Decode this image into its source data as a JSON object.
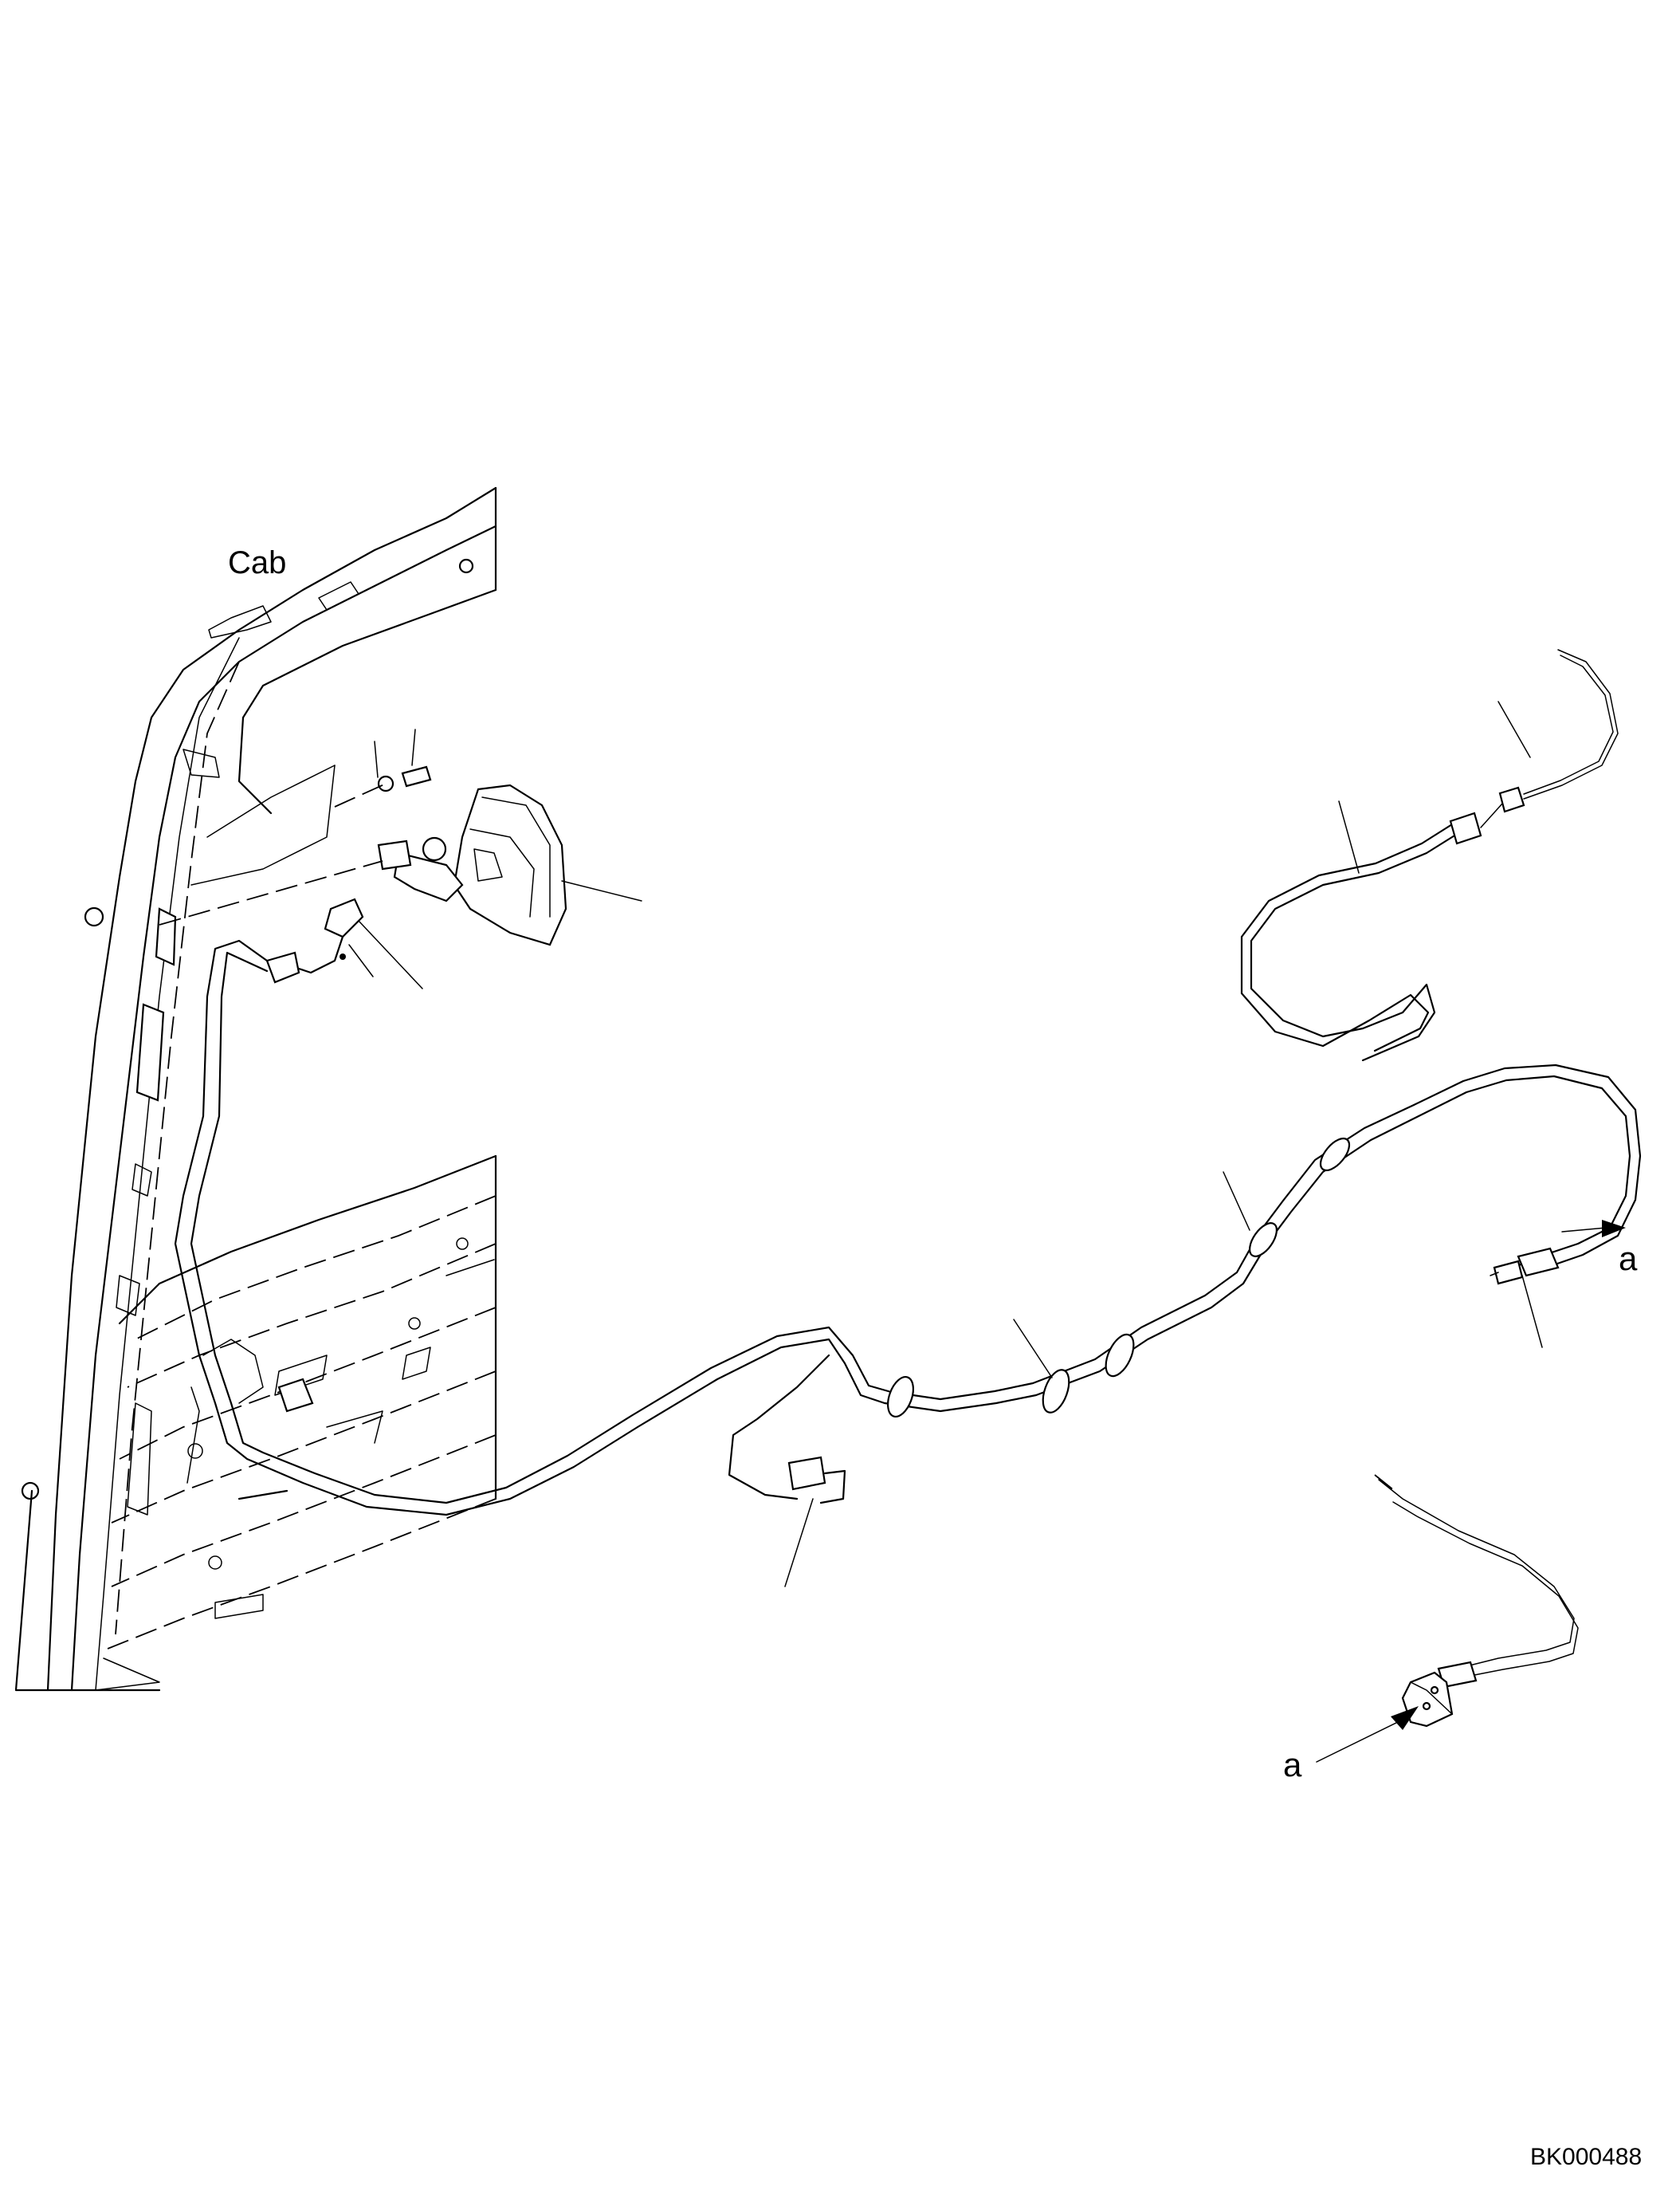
{
  "labels": {
    "cab": "Cab",
    "ref_a_top": "a",
    "ref_a_bottom": "a",
    "doc_code": "BK000488"
  }
}
